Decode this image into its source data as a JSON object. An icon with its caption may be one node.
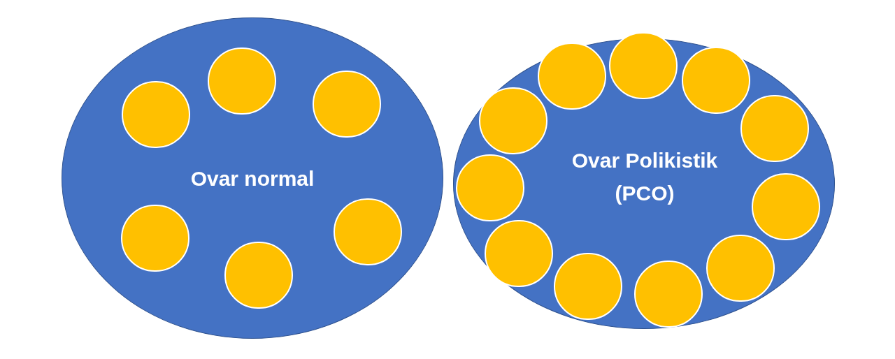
{
  "diagram": {
    "nodes": [
      {
        "text": [
          "Ovar normal"
        ]
      },
      {
        "text": [],
        "shape": "circle",
        "in": 0
      },
      {
        "text": [],
        "shape": "circle",
        "in": 0
      },
      {
        "text": [],
        "shape": "circle",
        "in": 0
      },
      {
        "text": [],
        "shape": "circle",
        "in": 0
      },
      {
        "text": [],
        "shape": "circle",
        "in": 0
      },
      {
        "text": [],
        "shape": "circle",
        "in": 0
      },
      {
        "text": [
          "Ovar Polikistik (PCO)"
        ]
      },
      {
        "text": [],
        "shape": "circle",
        "in": 7
      },
      {
        "text": [],
        "shape": "circle",
        "in": 7
      },
      {
        "text": [],
        "shape": "circle",
        "in": 7
      },
      {
        "text": [],
        "shape": "circle",
        "in": 7
      },
      {
        "text": [],
        "shape": "circle",
        "in": 7
      },
      {
        "text": [],
        "shape": "circle",
        "in": 7
      },
      {
        "text": [],
        "shape": "circle",
        "in": 7
      },
      {
        "text": [],
        "shape": "circle",
        "in": 7
      },
      {
        "text": [],
        "shape": "circle",
        "in": 7
      },
      {
        "text": [],
        "shape": "circle",
        "in": 7
      },
      {
        "text": [],
        "shape": "circle",
        "in": 7
      }
    ]
  }
}
